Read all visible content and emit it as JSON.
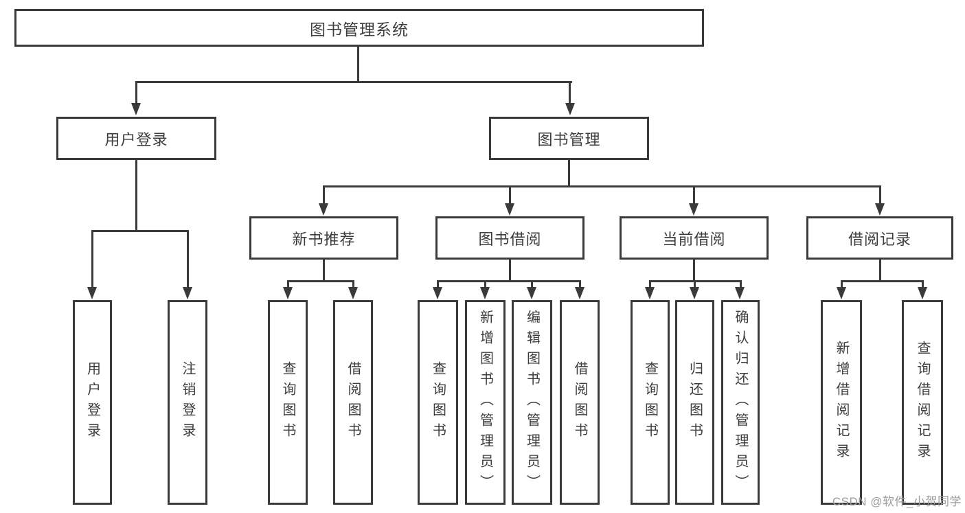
{
  "title": "图书管理系统",
  "colors": {
    "background": "#ffffff",
    "box_border": "#3a3a3a",
    "line": "#3a3a3a",
    "text": "#3d3d3d",
    "watermark": "#9b9b9b"
  },
  "tree": {
    "root": {
      "label": "图书管理系统"
    },
    "level2": [
      {
        "label": "用户登录",
        "children": [
          "用户登录",
          "注销登录"
        ]
      },
      {
        "label": "图书管理"
      }
    ],
    "level3": [
      {
        "label": "新书推荐",
        "children": [
          "查询图书",
          "借阅图书"
        ]
      },
      {
        "label": "图书借阅",
        "children": [
          "查询图书",
          "新增图书（管理员）",
          "编辑图书（管理员）",
          "借阅图书"
        ]
      },
      {
        "label": "当前借阅",
        "children": [
          "查询图书",
          "归还图书",
          "确认归还（管理员）"
        ]
      },
      {
        "label": "借阅记录",
        "children": [
          "新增借阅记录",
          "查询借阅记录"
        ]
      }
    ]
  },
  "watermark": "CSDN @软件_小贺同学"
}
